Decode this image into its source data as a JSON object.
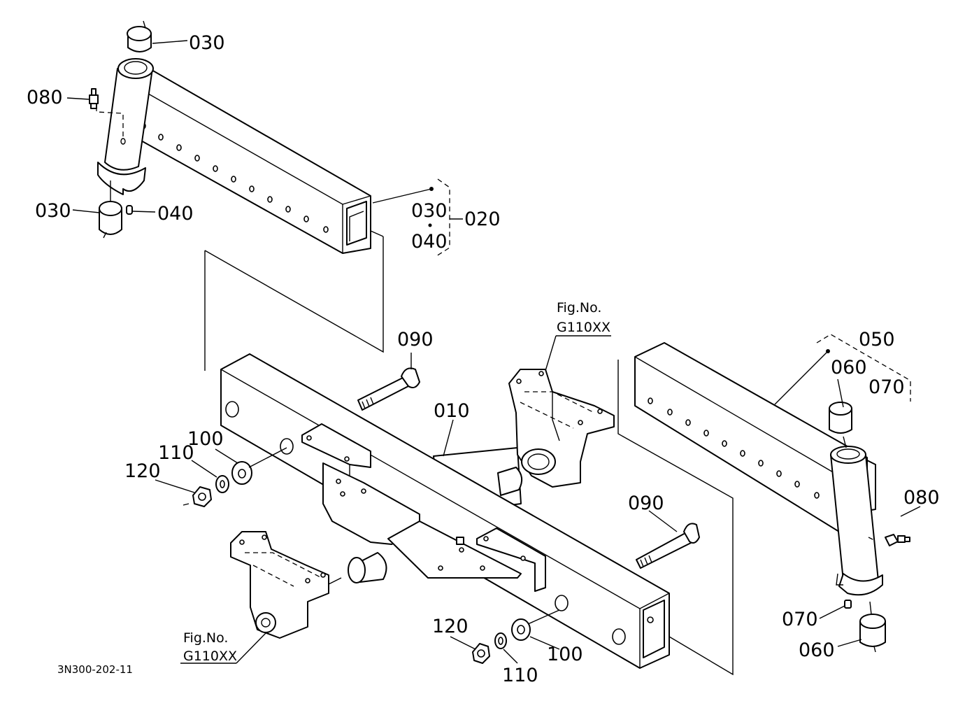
{
  "labels": {
    "l030_top": "030",
    "l080_left": "080",
    "l030_left": "030",
    "l040": "040",
    "l030_bracket": "030",
    "l040_bracket": "040",
    "l020": "020",
    "l090_top": "090",
    "l010": "010",
    "l050": "050",
    "l060_top": "060",
    "l070_bracket": "070",
    "l100_left": "100",
    "l110_left": "110",
    "l120_left": "120",
    "l090_right": "090",
    "l080_right": "080",
    "l070_right": "070",
    "l060_bottom": "060",
    "l120_bottom": "120",
    "l100_bottom": "100",
    "l110_bottom": "110"
  },
  "fig_refs": {
    "upper_title": "Fig.No.",
    "upper_code": "G110XX",
    "lower_title": "Fig.No.",
    "lower_code": "G110XX"
  },
  "drawing_code": "3N300-202-11"
}
